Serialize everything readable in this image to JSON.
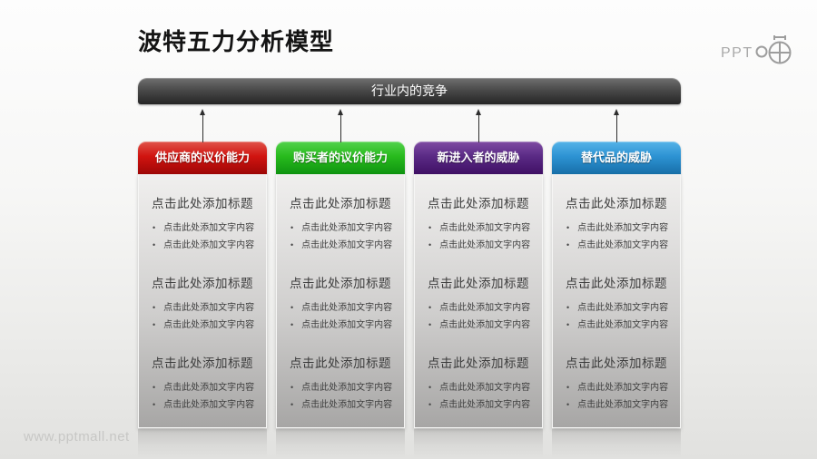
{
  "page": {
    "title": "波特五力分析模型",
    "watermark": "www.pptmall.net",
    "logo_text": "PPT"
  },
  "diagram": {
    "top_bar_label": "行业内的竞争",
    "top_bar_colors": {
      "top": "#707070",
      "bottom": "#252525"
    },
    "columns": [
      {
        "id": "supplier-bargaining-power",
        "header": "供应商的议价能力",
        "colors": {
          "light": "#e0544a",
          "main": "#d11410",
          "dark": "#9e0606"
        },
        "blocks": [
          {
            "title": "点击此处添加标题",
            "bullets": [
              "点击此处添加文字内容",
              "点击此处添加文字内容"
            ]
          },
          {
            "title": "点击此处添加标题",
            "bullets": [
              "点击此处添加文字内容",
              "点击此处添加文字内容"
            ]
          },
          {
            "title": "点击此处添加标题",
            "bullets": [
              "点击此处添加文字内容",
              "点击此处添加文字内容"
            ]
          }
        ]
      },
      {
        "id": "buyer-bargaining-power",
        "header": "购买者的议价能力",
        "colors": {
          "light": "#53d24c",
          "main": "#28bb1d",
          "dark": "#0f9410"
        },
        "blocks": [
          {
            "title": "点击此处添加标题",
            "bullets": [
              "点击此处添加文字内容",
              "点击此处添加文字内容"
            ]
          },
          {
            "title": "点击此处添加标题",
            "bullets": [
              "点击此处添加文字内容",
              "点击此处添加文字内容"
            ]
          },
          {
            "title": "点击此处添加标题",
            "bullets": [
              "点击此处添加文字内容",
              "点击此处添加文字内容"
            ]
          }
        ]
      },
      {
        "id": "threat-of-new-entrants",
        "header": "新进入者的威胁",
        "colors": {
          "light": "#7f4ba3",
          "main": "#5a2a85",
          "dark": "#401065"
        },
        "blocks": [
          {
            "title": "点击此处添加标题",
            "bullets": [
              "点击此处添加文字内容",
              "点击此处添加文字内容"
            ]
          },
          {
            "title": "点击此处添加标题",
            "bullets": [
              "点击此处添加文字内容",
              "点击此处添加文字内容"
            ]
          },
          {
            "title": "点击此处添加标题",
            "bullets": [
              "点击此处添加文字内容",
              "点击此处添加文字内容"
            ]
          }
        ]
      },
      {
        "id": "threat-of-substitutes",
        "header": "替代品的威胁",
        "colors": {
          "light": "#55b3e8",
          "main": "#2d93d3",
          "dark": "#176fa9"
        },
        "blocks": [
          {
            "title": "点击此处添加标题",
            "bullets": [
              "点击此处添加文字内容",
              "点击此处添加文字内容"
            ]
          },
          {
            "title": "点击此处添加标题",
            "bullets": [
              "点击此处添加文字内容",
              "点击此处添加文字内容"
            ]
          },
          {
            "title": "点击此处添加标题",
            "bullets": [
              "点击此处添加文字内容",
              "点击此处添加文字内容"
            ]
          }
        ]
      }
    ]
  }
}
